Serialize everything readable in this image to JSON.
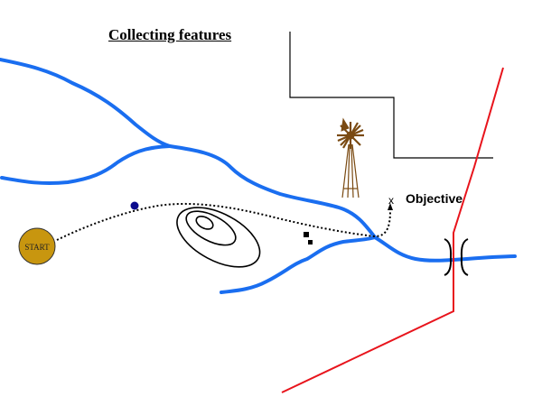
{
  "title": "Collecting features",
  "start_label": "START",
  "objective_label": "Objective",
  "objective_marker": "x",
  "colors": {
    "river": "#1a6ef0",
    "road": "#e8141c",
    "start": "#c8960f",
    "windmill": "#7a4a12",
    "point": "#0a0a8c"
  },
  "icons": [
    "windmill-icon",
    "bridge-icon",
    "contour-hill-icon"
  ]
}
